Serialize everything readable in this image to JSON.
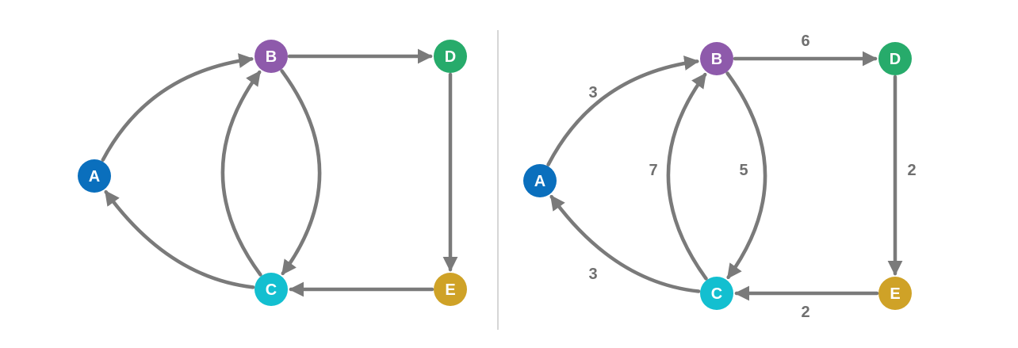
{
  "colors": {
    "A": "#0a6fbd",
    "B": "#8e5aab",
    "C": "#13bfd0",
    "D": "#27ab6b",
    "E": "#cfa227",
    "edge": "#7a7a7a",
    "weight_text": "#6f6f6f"
  },
  "nodes": [
    {
      "id": "A",
      "label": "A"
    },
    {
      "id": "B",
      "label": "B"
    },
    {
      "id": "C",
      "label": "C"
    },
    {
      "id": "D",
      "label": "D"
    },
    {
      "id": "E",
      "label": "E"
    }
  ],
  "edges": [
    {
      "from": "A",
      "to": "B",
      "weight": "3"
    },
    {
      "from": "B",
      "to": "D",
      "weight": "6"
    },
    {
      "from": "B",
      "to": "C",
      "weight": "5"
    },
    {
      "from": "C",
      "to": "B",
      "weight": "7"
    },
    {
      "from": "D",
      "to": "E",
      "weight": "2"
    },
    {
      "from": "E",
      "to": "C",
      "weight": "2"
    },
    {
      "from": "C",
      "to": "A",
      "weight": "3"
    }
  ],
  "graphs": [
    {
      "name": "unweighted-graph",
      "show_weights": false
    },
    {
      "name": "weighted-graph",
      "show_weights": true
    }
  ]
}
